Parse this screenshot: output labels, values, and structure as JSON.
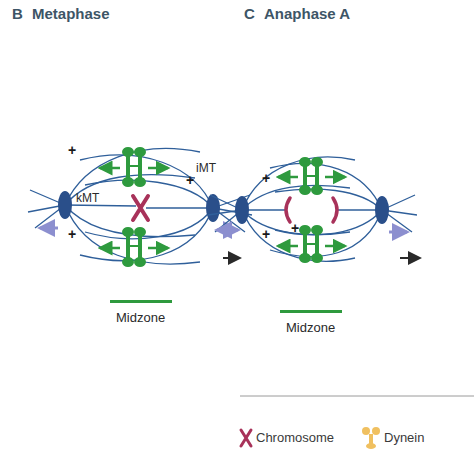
{
  "diagram": {
    "labels": [
      "B",
      "Metaphase",
      "C",
      "Anaphase A",
      "+",
      "+",
      "+",
      "iMT",
      "kMT",
      "Midzone",
      "+",
      "+",
      "+",
      "Midzone"
    ],
    "legend": [
      {
        "text": "Chromosome"
      },
      {
        "text": "Dynein"
      }
    ]
  }
}
